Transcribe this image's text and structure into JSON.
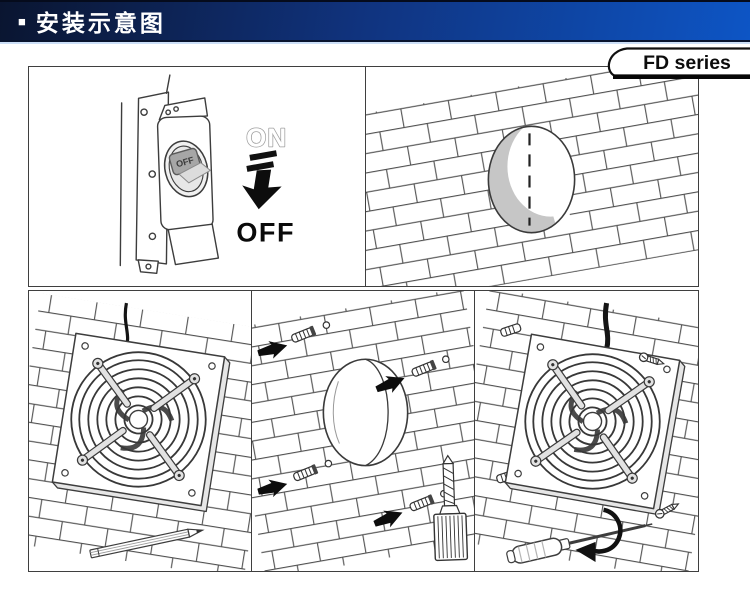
{
  "header": {
    "bullet": "■",
    "title": "安装示意图"
  },
  "series_tab": {
    "label": "FD series"
  },
  "steps": {
    "power_off": {
      "on_label": "ON",
      "off_label": "OFF",
      "breaker_switch_label": "OFF"
    }
  },
  "colors": {
    "header_gradient_left": "#0a1530",
    "header_gradient_mid": "#10337e",
    "header_gradient_right": "#0d55c5",
    "line_art": "#3d3d3d",
    "arrow_black": "#0d0d0d",
    "hole_fill": "#c6c6c6",
    "panel_border": "#3f3f3f"
  }
}
